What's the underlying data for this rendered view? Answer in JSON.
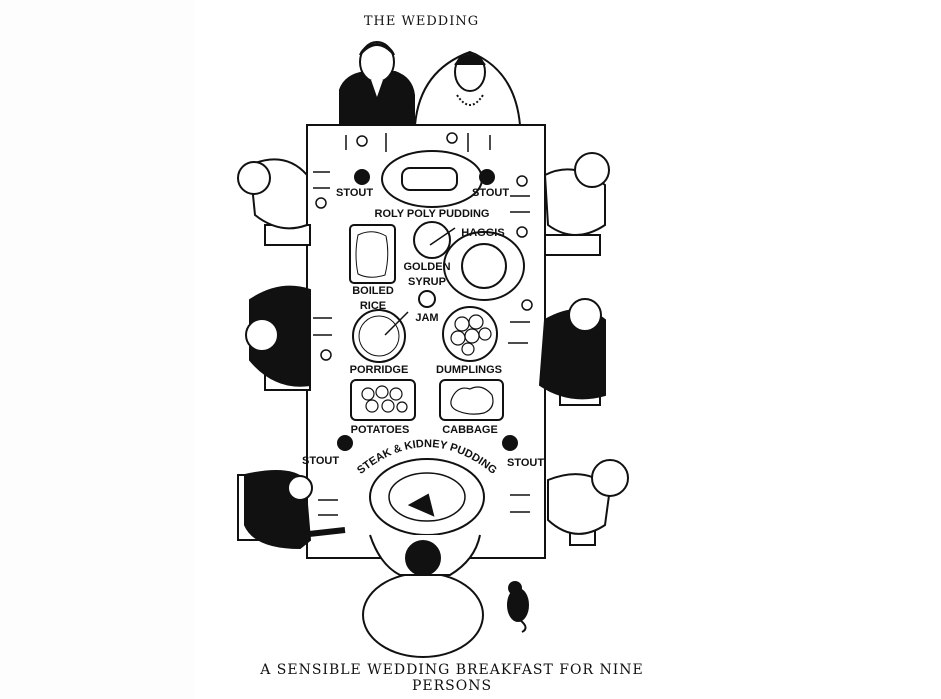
{
  "header": {
    "title": "THE WEDDING"
  },
  "caption": {
    "line1": "A SENSIBLE WEDDING BREAKFAST FOR NINE",
    "line2": "PERSONS"
  },
  "illustration": {
    "dishes": {
      "stout": "STOUT",
      "roly_poly": "ROLY POLY PUDDING",
      "boiled_rice_1": "BOILED",
      "boiled_rice_2": "RICE",
      "golden_syrup_1": "GOLDEN",
      "golden_syrup_2": "SYRUP",
      "haggis": "HAGGIS",
      "jam": "JAM",
      "porridge": "PORRIDGE",
      "dumplings": "DUMPLINGS",
      "potatoes": "POTATOES",
      "cabbage": "CABBAGE",
      "steak_kidney": "STEAK & KIDNEY PUDDING"
    }
  }
}
